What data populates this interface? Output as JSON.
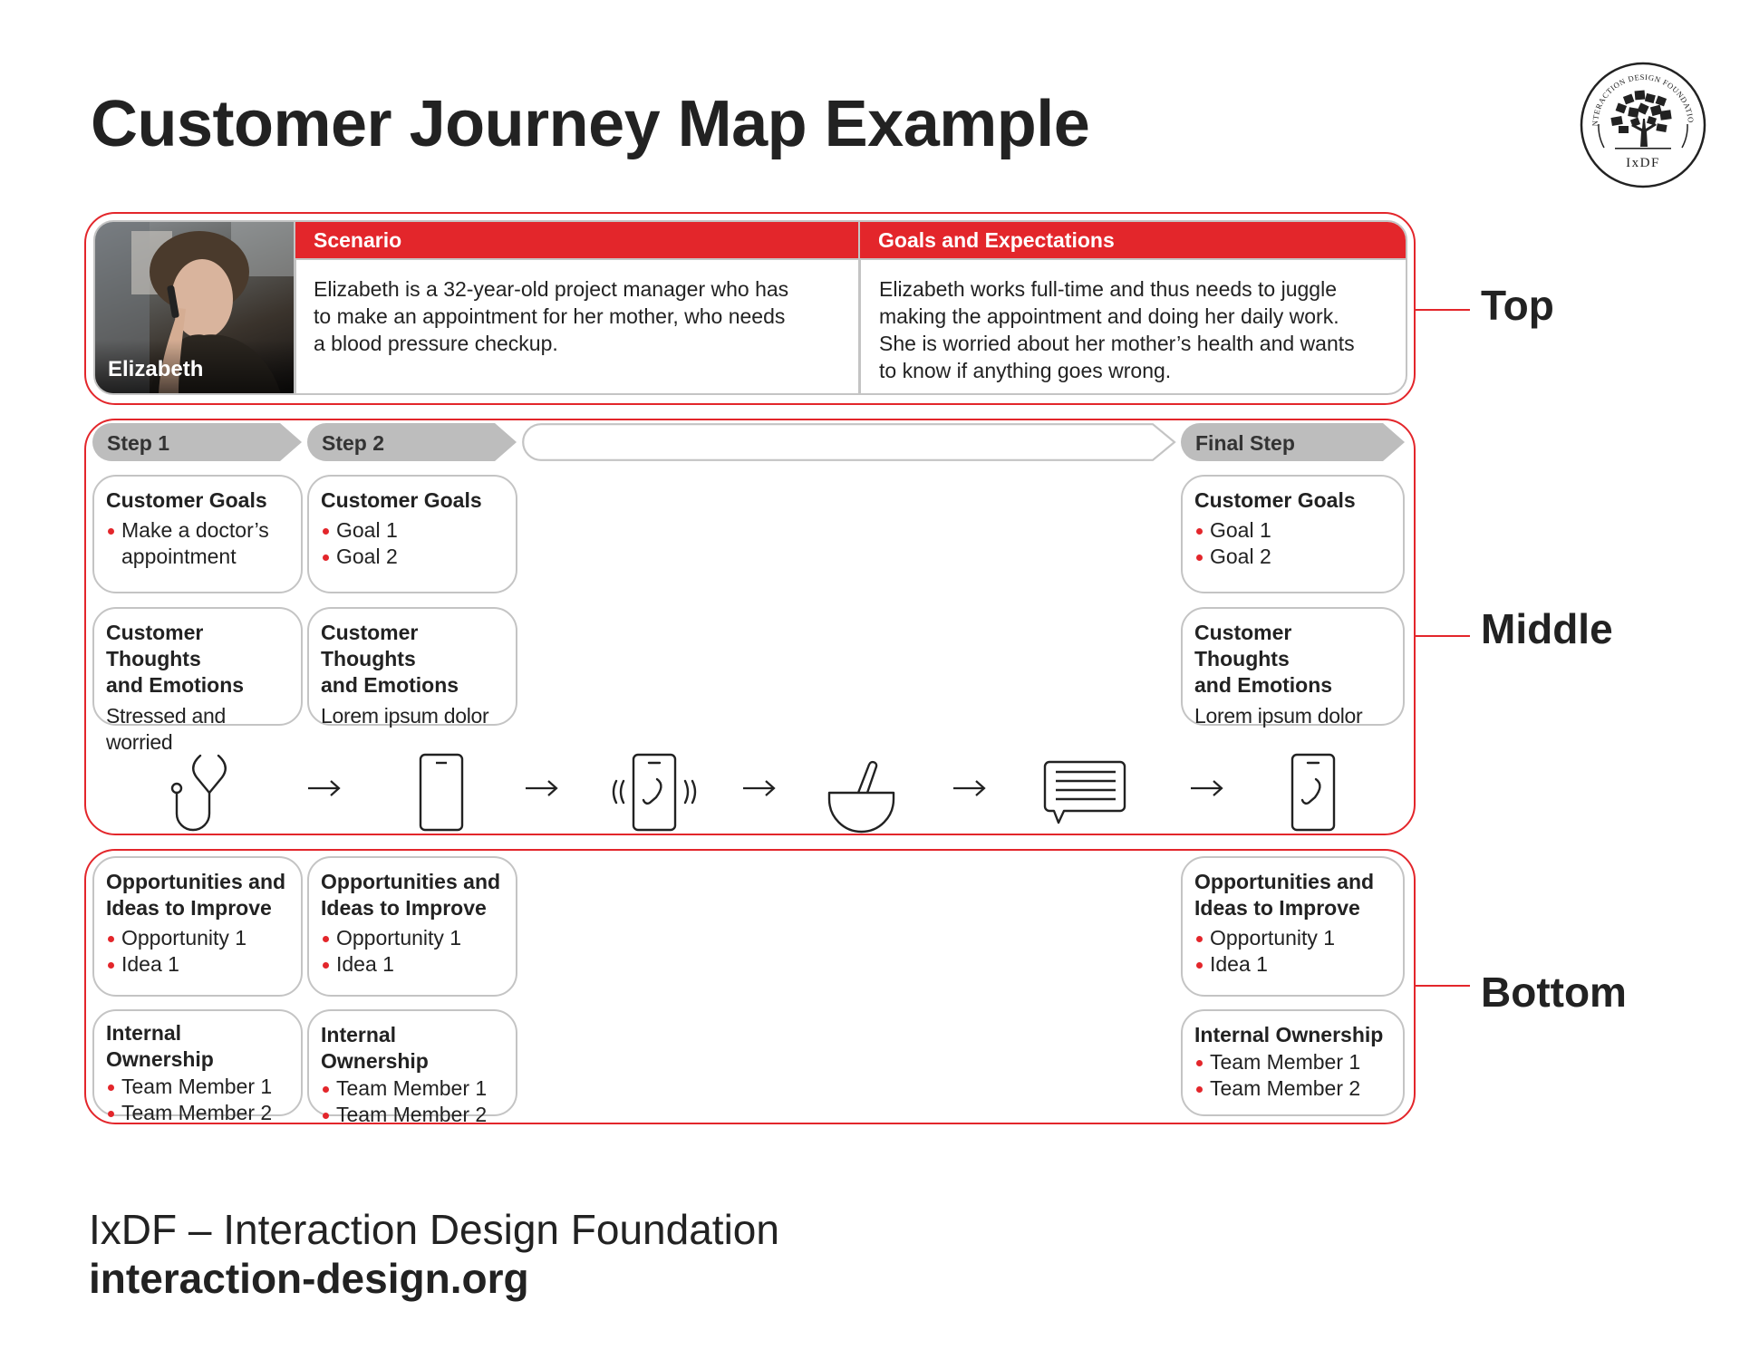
{
  "title": "Customer Journey Map Example",
  "logo": {
    "ring_text": "INTERACTION DESIGN FOUNDATION",
    "mark": "IxDF",
    "icon": "tree-of-books-icon"
  },
  "colors": {
    "accent": "#e3262b",
    "card_border": "#c4c4c4",
    "step_fill": "#bdbdbd",
    "text": "#222222"
  },
  "top": {
    "label": "Top",
    "persona": {
      "name": "Elizabeth",
      "photo": "woman-on-phone-photo"
    },
    "scenario": {
      "header": "Scenario",
      "lines": [
        "Elizabeth is a 32-year-old project manager who has",
        "to make an appointment for her mother, who needs",
        "a blood pressure checkup."
      ]
    },
    "goals": {
      "header": "Goals and Expectations",
      "lines": [
        "Elizabeth works full-time and thus needs to juggle",
        "making the appointment and doing her daily work.",
        "She is worried about her mother’s health and wants",
        "to know if anything goes wrong."
      ]
    }
  },
  "middle": {
    "label": "Middle",
    "steps": [
      {
        "label": "Step 1",
        "goals_title": "Customer Goals",
        "goals": [
          "Make a doctor’s appointment"
        ],
        "thoughts_title": [
          "Customer Thoughts",
          "and Emotions"
        ],
        "thoughts": "Stressed and worried"
      },
      {
        "label": "Step 2",
        "goals_title": "Customer Goals",
        "goals": [
          "Goal 1",
          "Goal 2"
        ],
        "thoughts_title": [
          "Customer Thoughts",
          "and Emotions"
        ],
        "thoughts": "Lorem ipsum dolor"
      },
      {
        "label": "Final Step",
        "goals_title": "Customer Goals",
        "goals": [
          "Goal 1",
          "Goal 2"
        ],
        "thoughts_title": [
          "Customer Thoughts",
          "and Emotions"
        ],
        "thoughts": "Lorem ipsum dolor"
      }
    ],
    "icons": [
      "stethoscope-icon",
      "smartphone-icon",
      "ringing-phone-icon",
      "mortar-pestle-icon",
      "message-bubble-icon",
      "phone-call-icon"
    ],
    "arrow_glyph": "→"
  },
  "bottom": {
    "label": "Bottom",
    "steps": [
      {
        "opp_title": [
          "Opportunities and",
          "Ideas to Improve"
        ],
        "opps": [
          "Opportunity 1",
          "Idea 1"
        ],
        "own_title": "Internal Ownership",
        "owners": [
          "Team Member 1",
          "Team Member 2"
        ]
      },
      {
        "opp_title": [
          "Opportunities and",
          "Ideas to Improve"
        ],
        "opps": [
          "Opportunity 1",
          "Idea 1"
        ],
        "own_title": "Internal Ownership",
        "owners": [
          "Team Member 1",
          "Team Member 2"
        ]
      },
      {
        "opp_title": [
          "Opportunities and",
          "Ideas to Improve"
        ],
        "opps": [
          "Opportunity 1",
          "Idea 1"
        ],
        "own_title": "Internal Ownership",
        "owners": [
          "Team Member 1",
          "Team Member 2"
        ]
      }
    ]
  },
  "footer": {
    "org": "IxDF – Interaction Design Foundation",
    "url": "interaction-design.org"
  }
}
